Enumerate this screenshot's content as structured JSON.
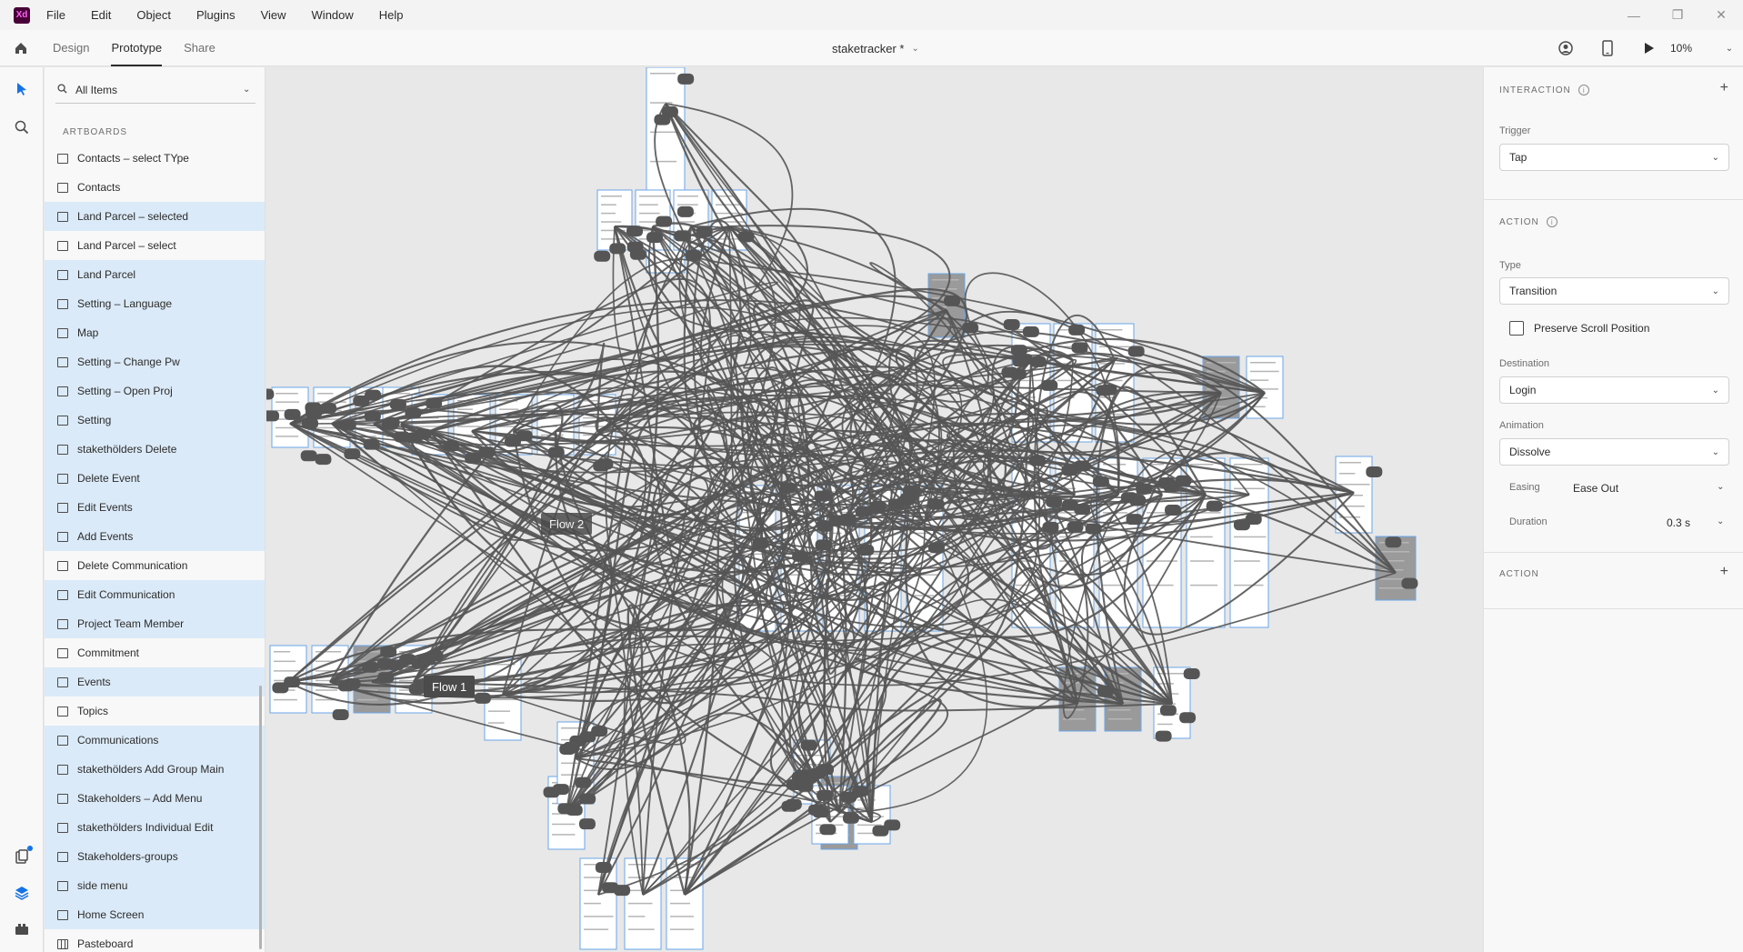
{
  "app": {
    "logo_text": "Xd"
  },
  "menu": [
    "File",
    "Edit",
    "Object",
    "Plugins",
    "View",
    "Window",
    "Help"
  ],
  "window_controls": {
    "minimize": "—",
    "restore": "❐",
    "close": "✕"
  },
  "modes": {
    "design": "Design",
    "prototype": "Prototype",
    "share": "Share",
    "active": "Prototype"
  },
  "document": {
    "title": "staketracker *"
  },
  "zoom": "10%",
  "layers": {
    "search_placeholder": "All Items",
    "section": "ARTBOARDS",
    "items": [
      {
        "label": "Contacts – select TYpe",
        "selected": false
      },
      {
        "label": "Contacts",
        "selected": false
      },
      {
        "label": "Land Parcel – selected",
        "selected": true
      },
      {
        "label": "Land Parcel – select",
        "selected": false
      },
      {
        "label": "Land Parcel",
        "selected": true
      },
      {
        "label": "Setting – Language",
        "selected": true
      },
      {
        "label": "Map",
        "selected": true
      },
      {
        "label": "Setting – Change Pw",
        "selected": true
      },
      {
        "label": "Setting – Open Proj",
        "selected": true
      },
      {
        "label": "Setting",
        "selected": true
      },
      {
        "label": "stakethölders Delete",
        "selected": true
      },
      {
        "label": "Delete Event",
        "selected": true
      },
      {
        "label": "Edit  Events",
        "selected": true
      },
      {
        "label": "Add Events",
        "selected": true
      },
      {
        "label": "Delete Communication",
        "selected": false
      },
      {
        "label": "Edit Communication",
        "selected": true
      },
      {
        "label": "Project Team Member",
        "selected": true
      },
      {
        "label": "Commitment",
        "selected": false
      },
      {
        "label": "Events",
        "selected": true
      },
      {
        "label": "Topics",
        "selected": false
      },
      {
        "label": "Communications",
        "selected": true
      },
      {
        "label": "stakethölders Add Group Main",
        "selected": true
      },
      {
        "label": "Stakeholders – Add Menu",
        "selected": true
      },
      {
        "label": "stakethölders Individual Edit",
        "selected": true
      },
      {
        "label": "Stakeholders-groups",
        "selected": true
      },
      {
        "label": "side menu",
        "selected": true
      },
      {
        "label": "Home Screen",
        "selected": true
      },
      {
        "label": "Pasteboard",
        "selected": false,
        "pasteboard": true
      }
    ]
  },
  "canvas": {
    "flow_labels": [
      "Flow 2",
      "Flow 1"
    ]
  },
  "inspector": {
    "interaction_heading": "INTERACTION",
    "trigger_label": "Trigger",
    "trigger_value": "Tap",
    "action_heading": "ACTION",
    "type_label": "Type",
    "type_value": "Transition",
    "preserve_scroll_label": "Preserve Scroll Position",
    "preserve_scroll_checked": false,
    "destination_label": "Destination",
    "destination_value": "Login",
    "animation_label": "Animation",
    "animation_value": "Dissolve",
    "easing_label": "Easing",
    "easing_value": "Ease Out",
    "duration_label": "Duration",
    "duration_value": "0.3 s",
    "action2_heading": "ACTION"
  },
  "colors": {
    "accent": "#1473e6",
    "wire": "#555555",
    "selection_bg": "#dbeaf8",
    "logo_bg": "#470137"
  }
}
